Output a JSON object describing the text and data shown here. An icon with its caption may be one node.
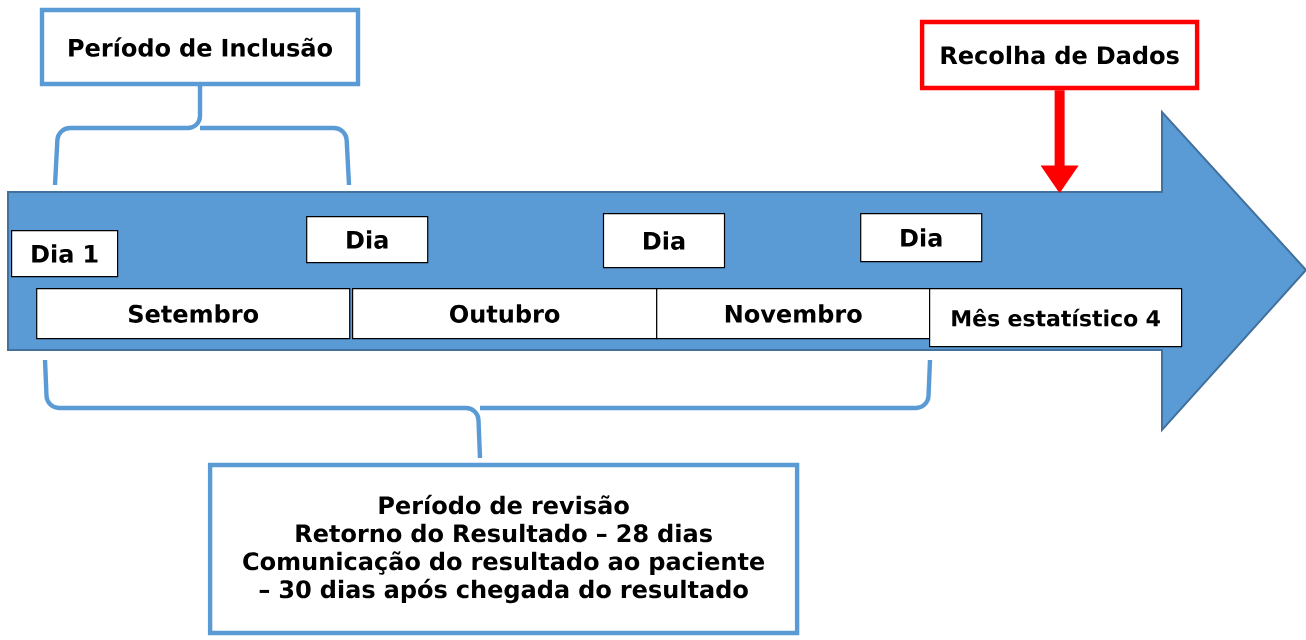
{
  "diagram": {
    "nodes": [
      {
        "text": [
          "Período de Inclusão"
        ]
      },
      {
        "text": [
          "Recolha de Dados"
        ]
      },
      {
        "text": [],
        "shape": "arrow"
      },
      {
        "text": [
          "Dia 1"
        ],
        "in": 2
      },
      {
        "text": [
          "Dia"
        ],
        "in": 2
      },
      {
        "text": [
          "Dia"
        ],
        "in": 2
      },
      {
        "text": [
          "Dia"
        ],
        "in": 2
      },
      {
        "text": [
          "Setembro"
        ],
        "in": 2
      },
      {
        "text": [
          "Outubro"
        ],
        "in": 2
      },
      {
        "text": [
          "Novembro"
        ],
        "in": 2
      },
      {
        "text": [
          "Mês estatístico 4"
        ],
        "in": 2
      },
      {
        "text": [
          "Período de revisão",
          "Retorno do Resultado – 28 dias",
          "Comunicação do resultado ao paciente – 30 dias após chegada do resultado"
        ]
      }
    ],
    "edges": [
      {
        "from": 1,
        "to": 2,
        "arrow": "to",
        "color": "#ff0000"
      }
    ]
  }
}
